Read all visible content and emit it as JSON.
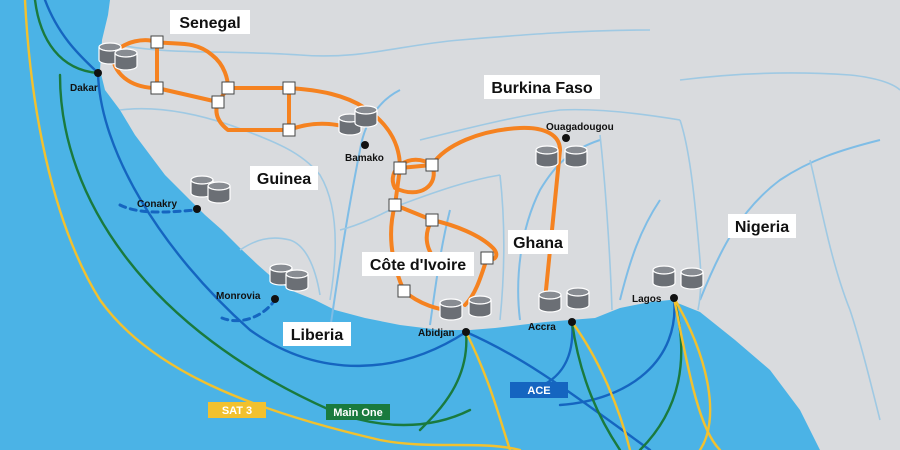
{
  "colors": {
    "ocean": "#4bb3e6",
    "land": "#d9dbde",
    "border": "#9fc9e3",
    "river": "#7fbde6",
    "backbone": "#f58220",
    "sat3": "#f2c12e",
    "main_one": "#1a7a3e",
    "ace": "#1565c0"
  },
  "countries": [
    "Senegal",
    "Burkina Faso",
    "Guinea",
    "Nigeria",
    "Ghana",
    "Côte d'Ivoire",
    "Liberia"
  ],
  "cities": [
    "Dakar",
    "Ouagadougou",
    "Bamako",
    "Conakry",
    "Lagos",
    "Monrovia",
    "Abidjan",
    "Accra"
  ],
  "cables": [
    "SAT 3",
    "Main One",
    "ACE"
  ],
  "icons": {
    "datacenter": "database-cylinder-icon",
    "node": "square-node-icon",
    "city": "city-dot-icon"
  }
}
